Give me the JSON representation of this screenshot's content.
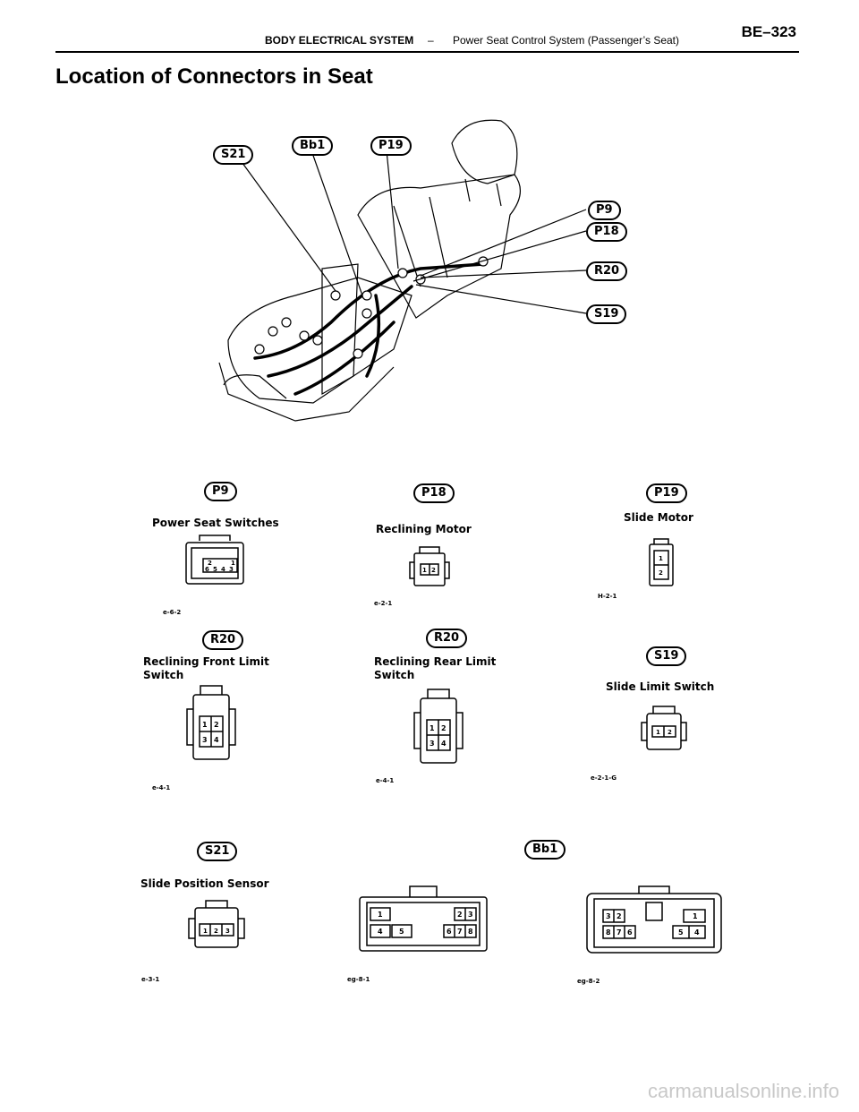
{
  "header": {
    "section": "BODY ELECTRICAL SYSTEM",
    "dash": "–",
    "subject": "Power Seat Control System (Passenger’s Seat)",
    "page_number": "BE–323"
  },
  "title": "Location of Connectors in Seat",
  "seat_diagram": {
    "callouts": [
      "S21",
      "Bb1",
      "P19",
      "P9",
      "P18",
      "R20",
      "S19"
    ]
  },
  "connectors": [
    {
      "code": "P9",
      "name": "Power Seat Switches",
      "figure": "e-6-2",
      "pins": [
        "2",
        "1",
        "6",
        "5",
        "4",
        "3"
      ]
    },
    {
      "code": "P18",
      "name": "Reclining Motor",
      "figure": "e-2-1",
      "pins": [
        "1",
        "2"
      ]
    },
    {
      "code": "P19",
      "name": "Slide Motor",
      "figure": "H-2-1",
      "pins": [
        "1",
        "2"
      ]
    },
    {
      "code": "R20",
      "name_line1": "Reclining Front Limit",
      "name_line2": "Switch",
      "figure": "e-4-1",
      "pins": [
        "1",
        "2",
        "3",
        "4"
      ]
    },
    {
      "code": "R20",
      "name_line1": "Reclining Rear Limit",
      "name_line2": "Switch",
      "figure": "e-4-1",
      "pins": [
        "1",
        "2",
        "3",
        "4"
      ]
    },
    {
      "code": "S19",
      "name": "Slide Limit Switch",
      "figure": "e-2-1-G",
      "pins": [
        "1",
        "2"
      ]
    },
    {
      "code": "S21",
      "name": "Slide Position Sensor",
      "figure": "e-3-1",
      "pins": [
        "1",
        "2",
        "3"
      ]
    },
    {
      "code": "Bb1",
      "figure_left": "eg-8-1",
      "figure_right": "eg-8-2",
      "pins_left": [
        "1",
        "2",
        "3",
        "4",
        "5",
        "6",
        "7",
        "8"
      ],
      "pins_right": [
        "3",
        "2",
        "1",
        "8",
        "7",
        "6",
        "5",
        "4"
      ]
    }
  ],
  "watermark": "carmanualsonline.info"
}
